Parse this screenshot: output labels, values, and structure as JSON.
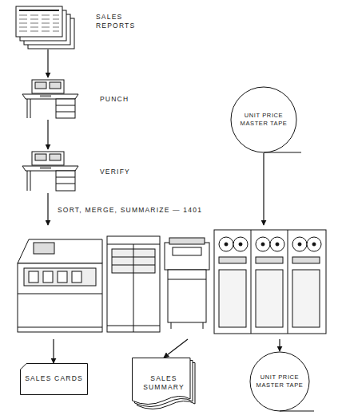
{
  "diagram": {
    "nodes": [
      {
        "text": [
          "SALES REPORTS"
        ]
      },
      {
        "text": [
          "PUNCH"
        ]
      },
      {
        "text": [
          "VERIFY"
        ]
      },
      {
        "text": [
          "UNIT PRICE MASTER TAPE"
        ]
      },
      {
        "text": [
          "SORT, MERGE, SUMMARIZE — 1401"
        ]
      },
      {
        "text": [
          "SALES CARDS"
        ]
      },
      {
        "text": [
          "SALES SUMMARY"
        ]
      },
      {
        "text": [
          "UNIT PRICE MASTER TAPE"
        ]
      }
    ],
    "edges": [
      {
        "from": 0,
        "to": 1,
        "arrow": "to"
      },
      {
        "from": 1,
        "to": 2,
        "arrow": "to"
      },
      {
        "from": 2,
        "to": 4,
        "arrow": "to"
      },
      {
        "from": 3,
        "to": 4,
        "arrow": "to"
      },
      {
        "from": 4,
        "to": 5,
        "arrow": "to"
      },
      {
        "from": 4,
        "to": 6,
        "arrow": "to"
      },
      {
        "from": 4,
        "to": 7,
        "arrow": "to"
      }
    ]
  }
}
